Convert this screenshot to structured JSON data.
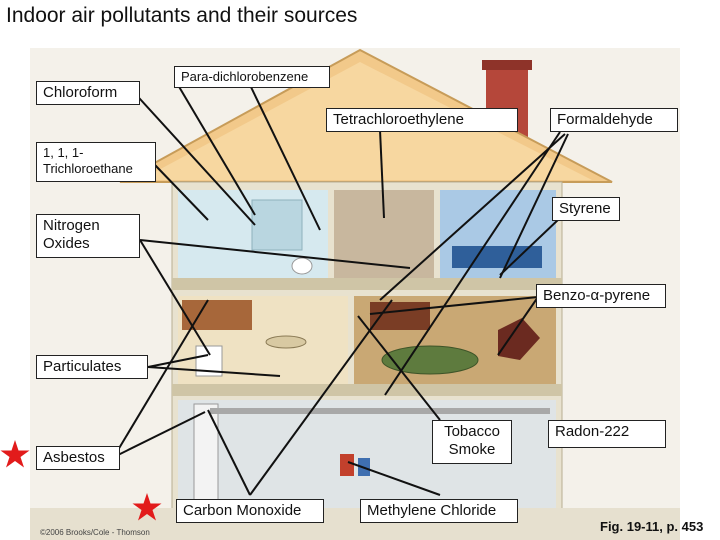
{
  "title": "Indoor air pollutants and their sources",
  "labels": {
    "chloroform": "Chloroform",
    "para_dichlorobenzene": "Para-dichlorobenzene",
    "tetrachloroethylene": "Tetrachloroethylene",
    "formaldehyde": "Formaldehyde",
    "trichloroethane": "1, 1, 1-\nTrichloroethane",
    "styrene": "Styrene",
    "nitrogen_oxides": "Nitrogen\nOxides",
    "benzo_pyrene": "Benzo-α-pyrene",
    "particulates": "Particulates",
    "asbestos": "Asbestos",
    "tobacco_smoke": "Tobacco\nSmoke",
    "radon": "Radon-222",
    "carbon_monoxide": "Carbon Monoxide",
    "methylene_chloride": "Methylene Chloride"
  },
  "copyright": "©2006 Brooks/Cole - Thomson",
  "figure_ref": "Fig. 19-11, p. 453",
  "colors": {
    "roof": "#f2c98a",
    "wall": "#e8e2cf",
    "star": "#e21b1b",
    "chimney": "#b5473a",
    "sky": "#eef3f7"
  },
  "icons": [
    "star-icon"
  ]
}
